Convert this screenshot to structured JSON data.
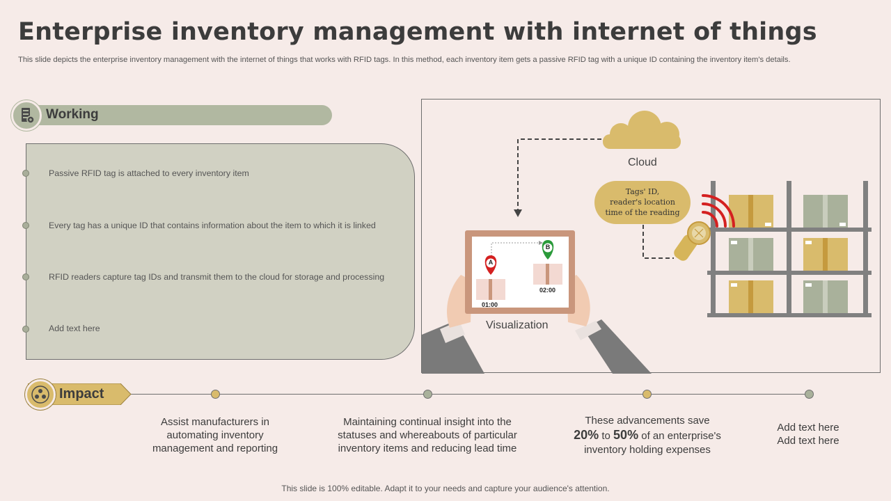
{
  "title": "Enterprise inventory management with internet of things",
  "subtitle": "This slide depicts the enterprise inventory management with the internet of things that works with RFID tags. In this method, each inventory item gets a passive RFID tag with a unique ID containing the inventory item's details.",
  "working": {
    "label": "Working",
    "items": [
      "Passive RFID tag is attached to every inventory  item",
      "Every tag has a unique ID that contains information  about the item to which it is linked",
      "RFID readers capture tag IDs and transmit them to the cloud for storage and processing",
      "Add text here"
    ]
  },
  "illustration": {
    "cloud_label": "Cloud",
    "tag_bubble": [
      "Tags' ID,",
      "reader's location",
      "time of the reading"
    ],
    "visualization_label": "Visualization",
    "pin_a": "A",
    "pin_b": "B",
    "time_a": "01:00",
    "time_b": "02:00"
  },
  "impact": {
    "label": "Impact",
    "items": [
      {
        "text": "Assist manufacturers  in automating inventory management and reporting"
      },
      {
        "text": "Maintaining continual insight into the statuses and whereabouts of particular inventory  items and reducing lead time"
      },
      {
        "pre": "These advancements save",
        "pct1": "20%",
        "mid": " to ",
        "pct2": "50%",
        "post": " of an enterprise's inventory  holding expenses"
      },
      {
        "line1": "Add text here",
        "line2": "Add text here"
      }
    ]
  },
  "footer": "This slide is 100% editable. Adapt it to your needs and capture your audience's attention.",
  "colors": {
    "background": "#f6ebe8",
    "sage": "#b1b8a1",
    "gold": "#d9bb6c",
    "box": "#d1d1c3",
    "rfid_red": "#d42020"
  }
}
